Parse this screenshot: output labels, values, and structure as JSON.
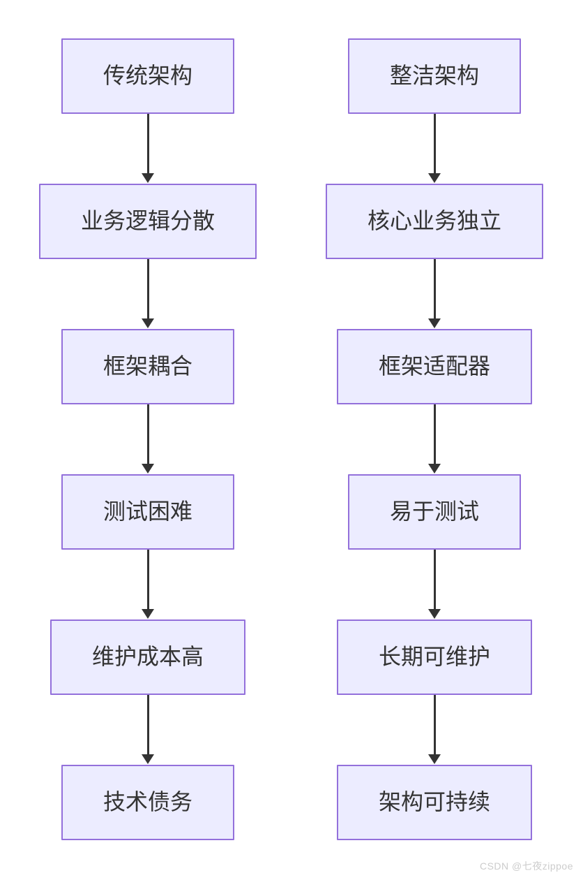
{
  "page": {
    "background": "#ffffff"
  },
  "diagram": {
    "type": "flowchart",
    "direction": "top-down",
    "node_fill": "#ECECFF",
    "node_border": "#9370DB",
    "text_color": "#333333",
    "arrow_color": "#333333",
    "columns": [
      {
        "id": "traditional-architecture-flow",
        "nodes": [
          "传统架构",
          "业务逻辑分散",
          "框架耦合",
          "测试困难",
          "维护成本高",
          "技术债务"
        ]
      },
      {
        "id": "clean-architecture-flow",
        "nodes": [
          "整洁架构",
          "核心业务独立",
          "框架适配器",
          "易于测试",
          "长期可维护",
          "架构可持续"
        ]
      }
    ]
  },
  "watermark": {
    "text": "CSDN @七夜zippoe",
    "color": "#cccccc"
  }
}
